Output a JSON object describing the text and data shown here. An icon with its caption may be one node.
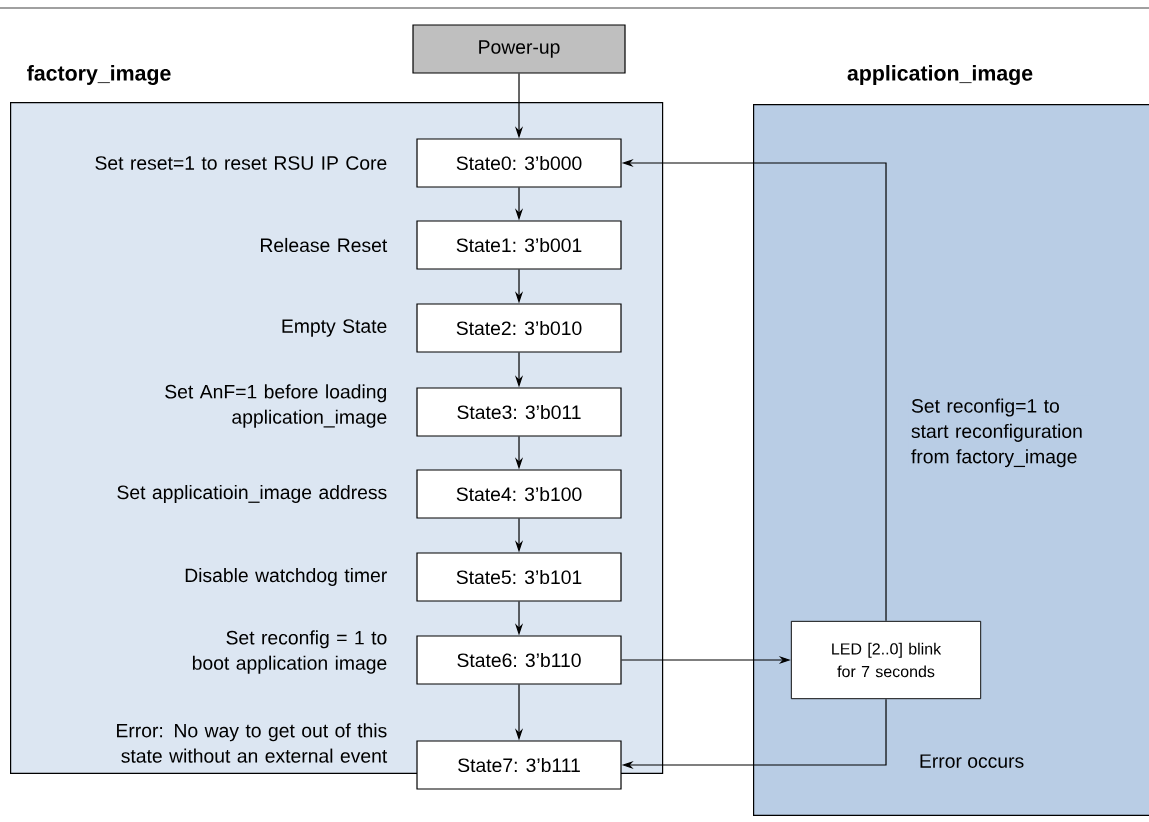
{
  "diagram": {
    "nodes": [
      {
        "text": [
          "Power-up"
        ]
      },
      {
        "text": [
          "factory_image"
        ]
      },
      {
        "text": [
          "State0: 3’b000"
        ],
        "in": 1,
        "beside": [
          "Set reset=1 to reset RSU IP Core"
        ]
      },
      {
        "text": [
          "State1: 3’b001"
        ],
        "in": 1,
        "beside": [
          "Release Reset"
        ]
      },
      {
        "text": [
          "State2: 3’b010"
        ],
        "in": 1,
        "beside": [
          "Empty State"
        ]
      },
      {
        "text": [
          "State3: 3’b011"
        ],
        "in": 1,
        "beside": [
          "Set AnF=1 before loading application_image"
        ]
      },
      {
        "text": [
          "State4: 3’b100"
        ],
        "in": 1,
        "beside": [
          "Set applicatioin_image address"
        ]
      },
      {
        "text": [
          "State5: 3’b101"
        ],
        "in": 1,
        "beside": [
          "Disable watchdog timer"
        ]
      },
      {
        "text": [
          "State6: 3’b110"
        ],
        "in": 1,
        "beside": [
          "Set reconfig = 1 to boot application image"
        ]
      },
      {
        "text": [
          "State7: 3’b111"
        ],
        "in": 1,
        "beside": [
          "Error: No way to get out of this state without an external event"
        ]
      },
      {
        "text": [
          "application_image"
        ]
      },
      {
        "text": [
          "LED [2..0] blink for 7 seconds"
        ],
        "in": 10
      }
    ],
    "edges": [
      {
        "from": 0,
        "to": 2,
        "arrow": "to"
      },
      {
        "from": 2,
        "to": 3,
        "arrow": "to"
      },
      {
        "from": 3,
        "to": 4,
        "arrow": "to"
      },
      {
        "from": 4,
        "to": 5,
        "arrow": "to"
      },
      {
        "from": 5,
        "to": 6,
        "arrow": "to"
      },
      {
        "from": 6,
        "to": 7,
        "arrow": "to"
      },
      {
        "from": 7,
        "to": 8,
        "arrow": "to"
      },
      {
        "from": 8,
        "to": 9,
        "arrow": "to"
      },
      {
        "from": 8,
        "to": 11,
        "arrow": "to"
      },
      {
        "from": 11,
        "to": 2,
        "arrow": "to",
        "label": "Set reconfig=1 to start reconfiguration from factory_image"
      },
      {
        "from": 11,
        "to": 9,
        "arrow": "to",
        "label": "Error occurs"
      }
    ]
  }
}
